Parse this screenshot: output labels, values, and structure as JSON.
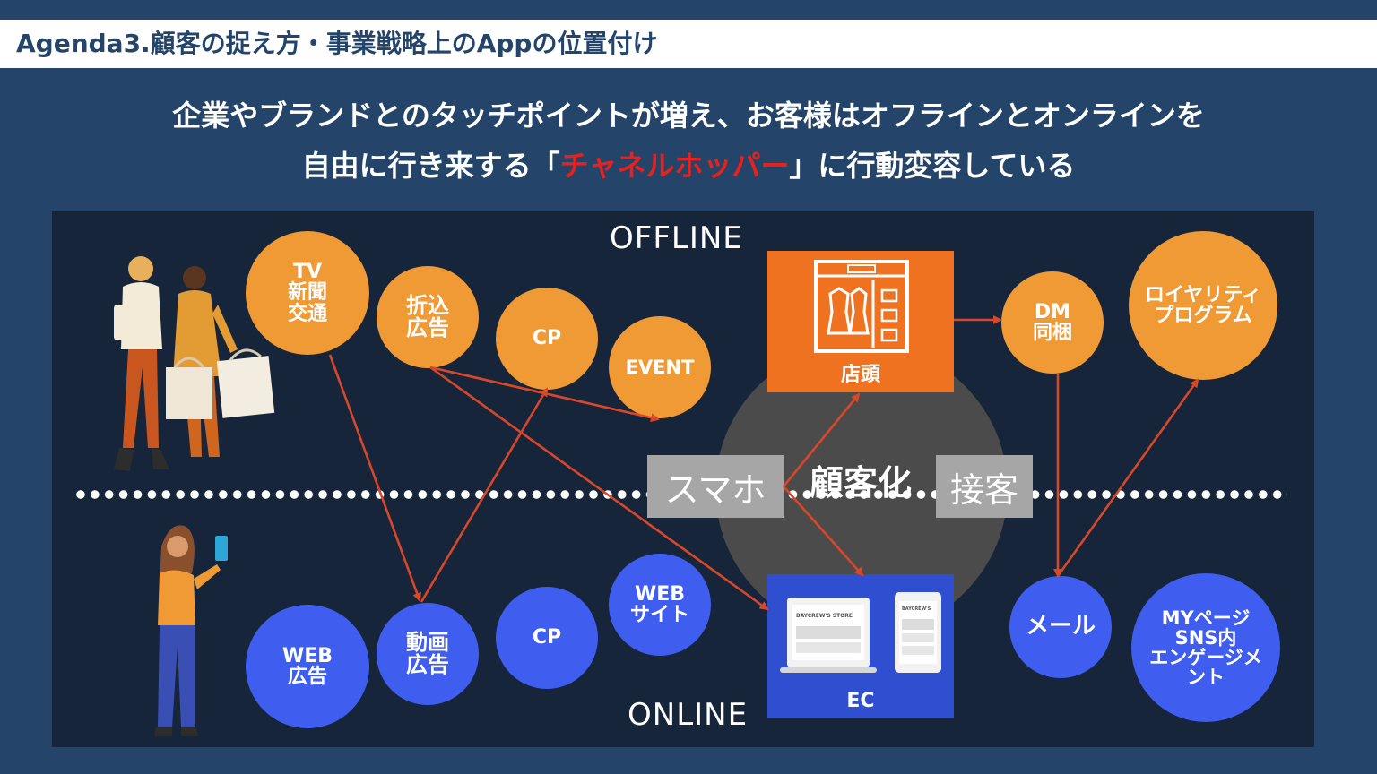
{
  "title": "Agenda3.顧客の捉え方・事業戦略上のAppの位置付け",
  "headline": {
    "line1": "企業やブランドとのタッチポイントが増え、お客様はオフラインとオンラインを",
    "line2_pre": "自由に行き来する「",
    "line2_accent": "チャネルホッパー",
    "line2_post": "」に行動変容している"
  },
  "zones": {
    "offline": "OFFLINE",
    "online": "ONLINE"
  },
  "offline_nodes": {
    "tv": "TV\n新聞\n交通",
    "flyer": "折込\n広告",
    "cp": "CP",
    "event": "EVENT",
    "store": "店頭",
    "dm": "DM\n同梱",
    "loyalty": "ロイヤリティ\nプログラム"
  },
  "online_nodes": {
    "web_ad": "WEB\n広告",
    "video_ad": "動画\n広告",
    "cp": "CP",
    "website": "WEB\nサイト",
    "ec": "EC",
    "mail": "メール",
    "mypage": "MYページ\nSNS内\nエンゲージメ\nント"
  },
  "center": {
    "left": "スマホ",
    "middle": "顧客化",
    "right": "接客"
  },
  "device_brand": "BAYCREW'S STORE",
  "device_brand_small": "BAYCREW'S",
  "colors": {
    "background": "#24446a",
    "panel": "#16253a",
    "offline": "#f09a35",
    "online": "#3f5ef0",
    "store": "#ef7220",
    "ec": "#2f4fd0",
    "arrow": "#d9472b",
    "accent_text": "#e8211d"
  }
}
